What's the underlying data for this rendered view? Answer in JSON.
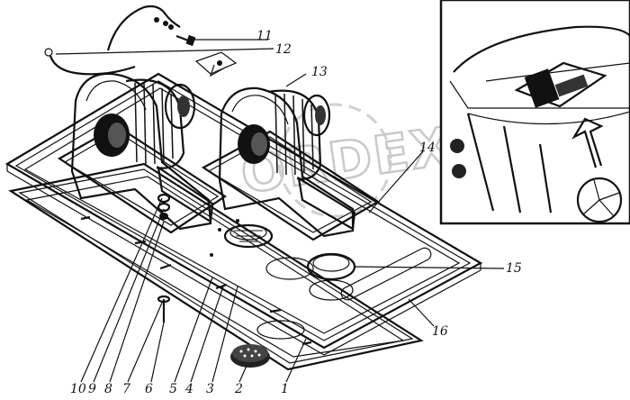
{
  "watermark": {
    "text": "ORDEX"
  },
  "callouts": [
    {
      "id": "1",
      "text": "1"
    },
    {
      "id": "2",
      "text": "2"
    },
    {
      "id": "3",
      "text": "3"
    },
    {
      "id": "4",
      "text": "4"
    },
    {
      "id": "5",
      "text": "5"
    },
    {
      "id": "6",
      "text": "6"
    },
    {
      "id": "7",
      "text": "7"
    },
    {
      "id": "8",
      "text": "8"
    },
    {
      "id": "9",
      "text": "9"
    },
    {
      "id": "10",
      "text": "10"
    },
    {
      "id": "11",
      "text": "11"
    },
    {
      "id": "12",
      "text": "12"
    },
    {
      "id": "13",
      "text": "13"
    },
    {
      "id": "14",
      "text": "14"
    },
    {
      "id": "15",
      "text": "15"
    },
    {
      "id": "16",
      "text": "16"
    }
  ]
}
